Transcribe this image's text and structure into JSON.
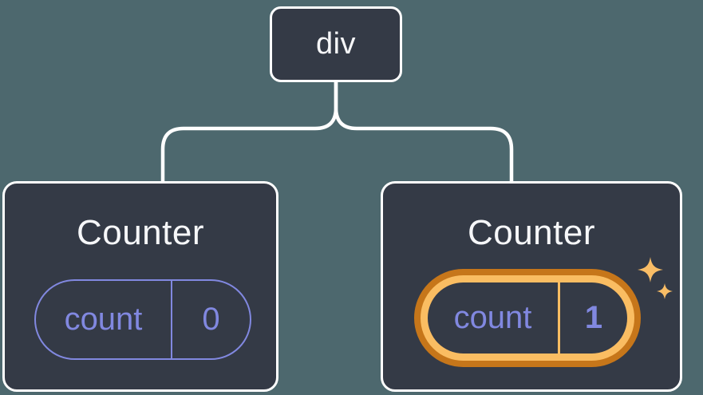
{
  "diagram": {
    "root_node": {
      "label": "div"
    },
    "left_counter": {
      "title": "Counter",
      "state_key": "count",
      "state_value": "0"
    },
    "right_counter": {
      "title": "Counter",
      "state_key": "count",
      "state_value": "1"
    }
  },
  "icons": {
    "sparkles": "state-updated-sparkles"
  },
  "colors": {
    "background": "#4d686e",
    "node_fill": "#343a46",
    "node_border": "#ffffff",
    "connector_line": "#ffffff",
    "title_text": "#f6f7f9",
    "state_purple": "#8188e0",
    "highlight_outer_orange": "#c6761a",
    "highlight_inner_orange": "#fabd62"
  }
}
